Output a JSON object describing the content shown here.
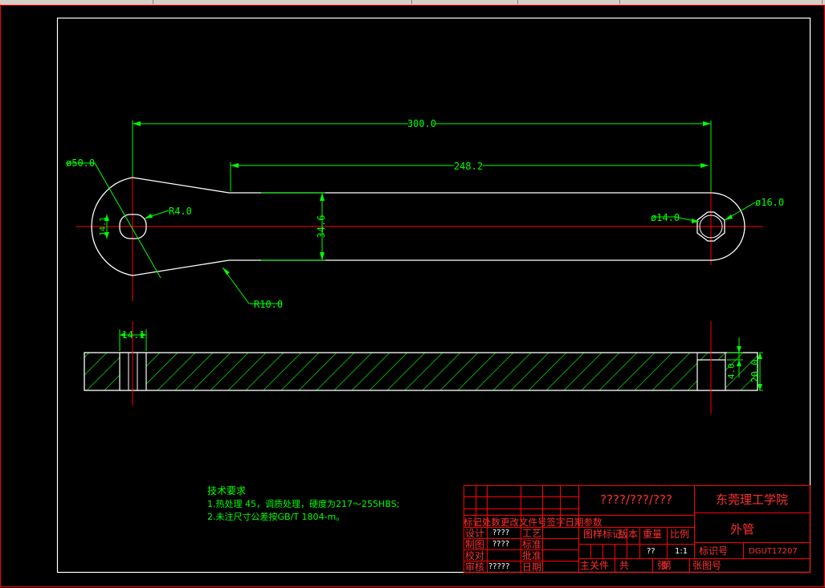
{
  "colors": {
    "background": "#000000",
    "outline": "#ffffff",
    "dimension": "#00ff00",
    "centerline": "#ff0000",
    "frame": "#ff0000",
    "hatch": "#00c000"
  },
  "dimensions": {
    "overall_length": "300.0",
    "shank_length": "248.2",
    "left_hole_dia": "ø50.0",
    "slot_radius": "R4.0",
    "slot_width": "14.1",
    "shank_height": "34.6",
    "fillet_radius": "R10.0",
    "right_hole_inner": "ø14.0",
    "right_hole_outer": "ø16.0",
    "side_slot_width": "14.1",
    "side_step": "4.0",
    "thickness": "20.0"
  },
  "notes": {
    "title": "技术要求",
    "line1": "1.热处理 45，调质处理，硬度为217～255HBS;",
    "line2": "2.未注尺寸公差按GB/T 1804-m。"
  },
  "title_block": {
    "drawing_name_placeholder": "????/???/???",
    "school": "东莞理工学院",
    "part_name": "外管",
    "drawing_number": "DGUT17207",
    "revision_header": [
      "标记",
      "处数",
      "更改文件号",
      "签字",
      "日期",
      "参数"
    ],
    "roles": [
      {
        "role": "设计",
        "name": "????",
        "side": "工艺"
      },
      {
        "role": "制图",
        "name": "????",
        "side": "标准"
      },
      {
        "role": "校对",
        "name": "",
        "side": "批准"
      },
      {
        "role": "审核",
        "name": "?????",
        "side": "日期"
      }
    ],
    "mid_headers": [
      "图样标记",
      "版本",
      "重量",
      "比例"
    ],
    "weight": "??",
    "scale": "1:1",
    "id_label": "标识号",
    "bottom": [
      "主关件",
      "共",
      "张",
      "第",
      "张",
      "图号"
    ]
  }
}
